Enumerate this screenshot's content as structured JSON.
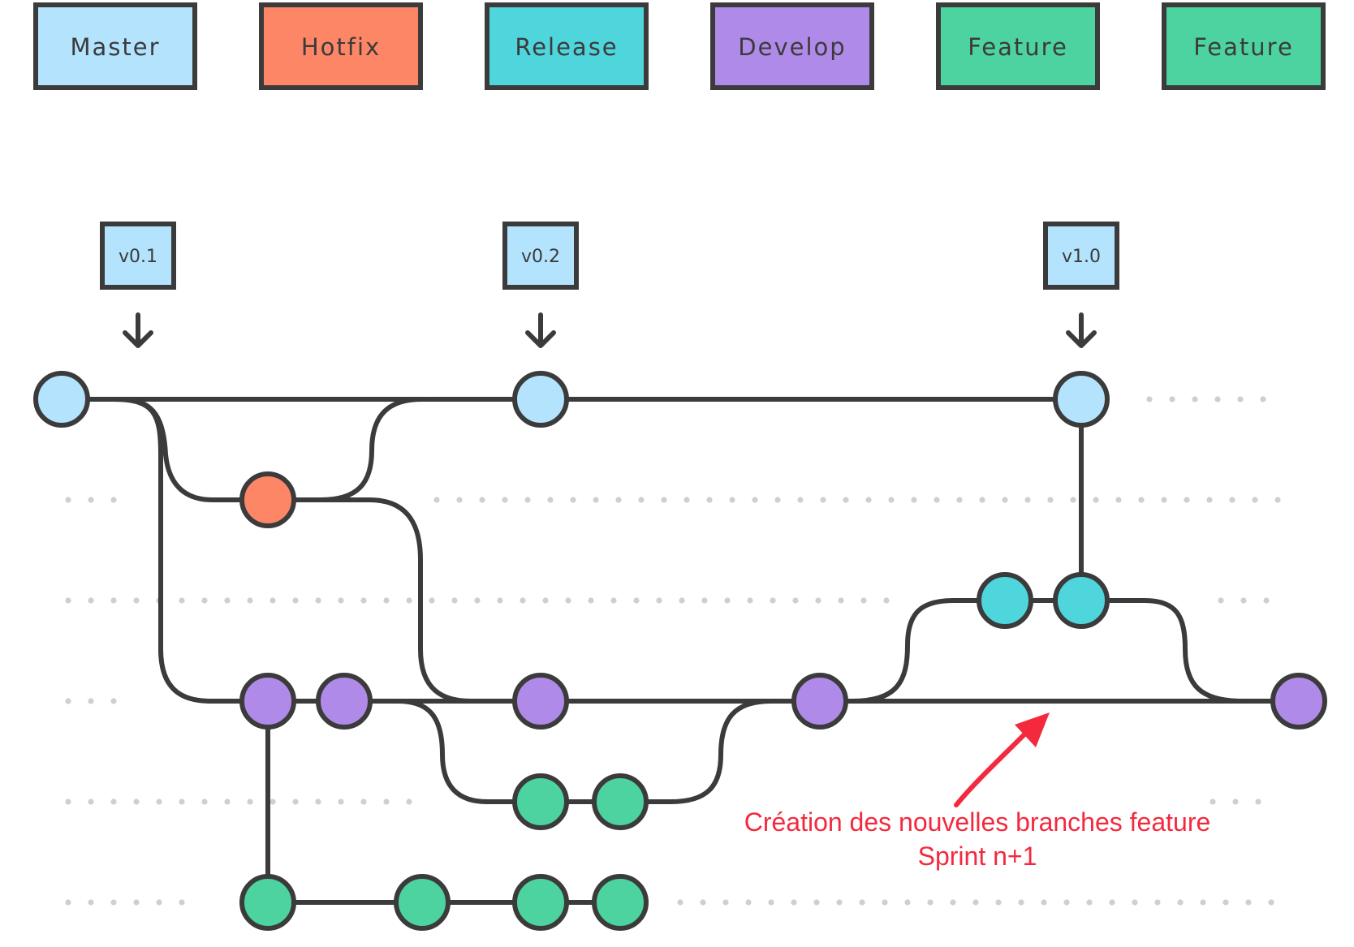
{
  "colors": {
    "master": "#b3e3fd",
    "hotfix": "#fd8666",
    "release": "#4fd5dc",
    "develop": "#b08ae8",
    "feature": "#4dd39f",
    "line": "#3b3b3b",
    "annotation": "#f4293e"
  },
  "legend": [
    {
      "label": "Master",
      "branch": "master"
    },
    {
      "label": "Hotfix",
      "branch": "hotfix"
    },
    {
      "label": "Release",
      "branch": "release"
    },
    {
      "label": "Develop",
      "branch": "develop"
    },
    {
      "label": "Feature",
      "branch": "feature"
    },
    {
      "label": "Feature",
      "branch": "feature"
    }
  ],
  "tags": [
    {
      "label": "v0.1"
    },
    {
      "label": "v0.2"
    },
    {
      "label": "v1.0"
    }
  ],
  "annotation": {
    "line1": "Création des nouvelles branches feature",
    "line2": "Sprint n+1"
  }
}
